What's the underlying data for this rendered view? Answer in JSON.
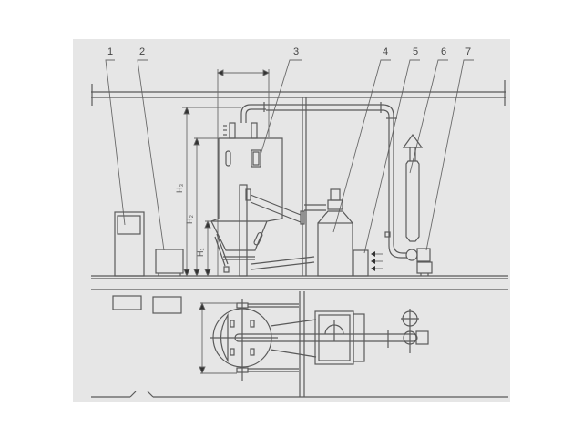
{
  "diagram": {
    "type": "spray dryer installation layout (elevation + plan view)",
    "background_color": "#e6e6e6",
    "line_color": "#5a5a5a",
    "callouts": [
      {
        "id": "1",
        "label": "1",
        "target": "control cabinet"
      },
      {
        "id": "2",
        "label": "2",
        "target": "feed tank"
      },
      {
        "id": "3",
        "label": "3",
        "target": "drying tower"
      },
      {
        "id": "4",
        "label": "4",
        "target": "cyclone collector"
      },
      {
        "id": "5",
        "label": "5",
        "target": "air heater inlet"
      },
      {
        "id": "6",
        "label": "6",
        "target": "exhaust stack"
      },
      {
        "id": "7",
        "label": "7",
        "target": "exhaust fan"
      }
    ],
    "dimensions": {
      "h3": "H₃",
      "h2": "H₂",
      "h1": "H₁"
    }
  }
}
